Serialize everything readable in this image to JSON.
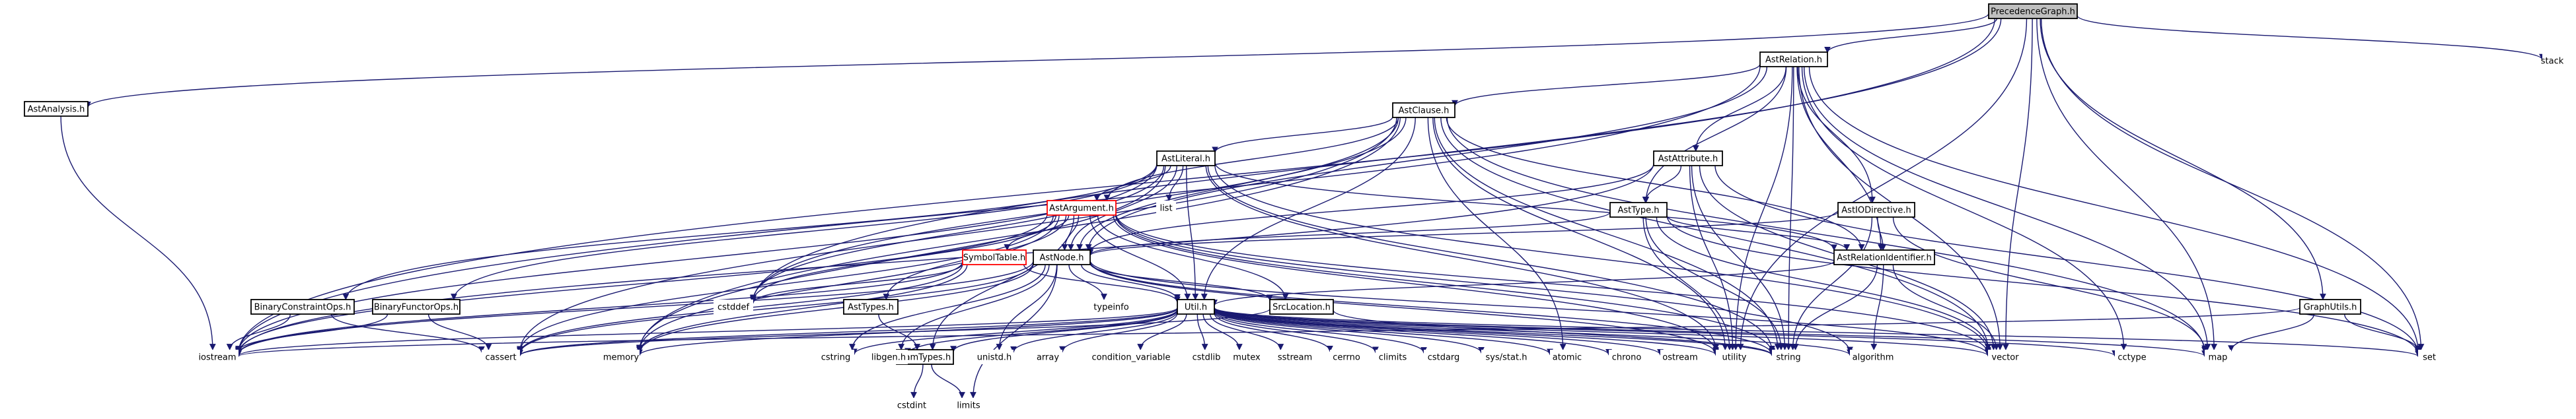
{
  "diagram": {
    "title": "PrecedenceGraph.h",
    "colors": {
      "edge": "#191970",
      "border": "#000000",
      "highlight_border": "#ff0000",
      "root_fill": "#bfbfbf",
      "node_fill": "#ffffff"
    },
    "nodes": [
      {
        "id": "precedencegraph",
        "label": "PrecedenceGraph.h",
        "style": "root"
      },
      {
        "id": "astanalysis",
        "label": "AstAnalysis.h",
        "style": "boxed"
      },
      {
        "id": "astrelation",
        "label": "AstRelation.h",
        "style": "boxed"
      },
      {
        "id": "stack",
        "label": "stack",
        "style": "plain"
      },
      {
        "id": "astclause",
        "label": "AstClause.h",
        "style": "boxed"
      },
      {
        "id": "astliteral",
        "label": "AstLiteral.h",
        "style": "boxed"
      },
      {
        "id": "astattribute",
        "label": "AstAttribute.h",
        "style": "boxed"
      },
      {
        "id": "list",
        "label": "list",
        "style": "plain"
      },
      {
        "id": "astargument",
        "label": "AstArgument.h",
        "style": "highlight"
      },
      {
        "id": "asttype",
        "label": "AstType.h",
        "style": "boxed"
      },
      {
        "id": "astiodirective",
        "label": "AstIODirective.h",
        "style": "boxed"
      },
      {
        "id": "symboltable",
        "label": "SymbolTable.h",
        "style": "highlight"
      },
      {
        "id": "astnode",
        "label": "AstNode.h",
        "style": "boxed"
      },
      {
        "id": "astrelationidentifier",
        "label": "AstRelationIdentifier.h",
        "style": "boxed"
      },
      {
        "id": "binaryconstraintops",
        "label": "BinaryConstraintOps.h",
        "style": "boxed"
      },
      {
        "id": "binaryfunctorops",
        "label": "BinaryFunctorOps.h",
        "style": "boxed"
      },
      {
        "id": "cstddef",
        "label": "cstddef",
        "style": "plain"
      },
      {
        "id": "asttypes",
        "label": "AstTypes.h",
        "style": "boxed"
      },
      {
        "id": "typeinfo",
        "label": "typeinfo",
        "style": "plain"
      },
      {
        "id": "util",
        "label": "Util.h",
        "style": "boxed"
      },
      {
        "id": "srclocation",
        "label": "SrcLocation.h",
        "style": "boxed"
      },
      {
        "id": "graphutils",
        "label": "GraphUtils.h",
        "style": "boxed"
      },
      {
        "id": "iostream",
        "label": "iostream",
        "style": "plain"
      },
      {
        "id": "cassert",
        "label": "cassert",
        "style": "plain"
      },
      {
        "id": "memory",
        "label": "memory",
        "style": "plain"
      },
      {
        "id": "ramtypes",
        "label": "RamTypes.h",
        "style": "boxed"
      },
      {
        "id": "cstring",
        "label": "cstring",
        "style": "plain"
      },
      {
        "id": "libgen",
        "label": "libgen.h",
        "style": "plain"
      },
      {
        "id": "unistd",
        "label": "unistd.h",
        "style": "plain"
      },
      {
        "id": "array",
        "label": "array",
        "style": "plain"
      },
      {
        "id": "condition_variable",
        "label": "condition_variable",
        "style": "plain"
      },
      {
        "id": "cstdlib",
        "label": "cstdlib",
        "style": "plain"
      },
      {
        "id": "mutex",
        "label": "mutex",
        "style": "plain"
      },
      {
        "id": "sstream",
        "label": "sstream",
        "style": "plain"
      },
      {
        "id": "cerrno",
        "label": "cerrno",
        "style": "plain"
      },
      {
        "id": "climits",
        "label": "climits",
        "style": "plain"
      },
      {
        "id": "cstdarg",
        "label": "cstdarg",
        "style": "plain"
      },
      {
        "id": "sysstat",
        "label": "sys/stat.h",
        "style": "plain"
      },
      {
        "id": "atomic",
        "label": "atomic",
        "style": "plain"
      },
      {
        "id": "chrono",
        "label": "chrono",
        "style": "plain"
      },
      {
        "id": "ostream",
        "label": "ostream",
        "style": "plain"
      },
      {
        "id": "utility",
        "label": "utility",
        "style": "plain"
      },
      {
        "id": "string",
        "label": "string",
        "style": "plain"
      },
      {
        "id": "algorithm",
        "label": "algorithm",
        "style": "plain"
      },
      {
        "id": "vector",
        "label": "vector",
        "style": "plain"
      },
      {
        "id": "cctype",
        "label": "cctype",
        "style": "plain"
      },
      {
        "id": "map",
        "label": "map",
        "style": "plain"
      },
      {
        "id": "set",
        "label": "set",
        "style": "plain"
      },
      {
        "id": "cstdint",
        "label": "cstdint",
        "style": "plain"
      },
      {
        "id": "limits",
        "label": "limits",
        "style": "plain"
      }
    ],
    "edges": [
      [
        "precedencegraph",
        "astanalysis"
      ],
      [
        "precedencegraph",
        "astrelation"
      ],
      [
        "precedencegraph",
        "stack"
      ],
      [
        "precedencegraph",
        "graphutils"
      ],
      [
        "precedencegraph",
        "iostream"
      ],
      [
        "precedencegraph",
        "cstddef"
      ],
      [
        "precedencegraph",
        "vector"
      ],
      [
        "precedencegraph",
        "set"
      ],
      [
        "precedencegraph",
        "utility"
      ],
      [
        "precedencegraph",
        "map"
      ],
      [
        "astanalysis",
        "iostream"
      ],
      [
        "astrelation",
        "astclause"
      ],
      [
        "astrelation",
        "astattribute"
      ],
      [
        "astrelation",
        "astiodirective"
      ],
      [
        "astrelation",
        "astrelationidentifier"
      ],
      [
        "astrelation",
        "asttype"
      ],
      [
        "astrelation",
        "astnode"
      ],
      [
        "astrelation",
        "iostream"
      ],
      [
        "astrelation",
        "set"
      ],
      [
        "astrelation",
        "string"
      ],
      [
        "astrelation",
        "utility"
      ],
      [
        "astrelation",
        "vector"
      ],
      [
        "astrelation",
        "cctype"
      ],
      [
        "astrelation",
        "map"
      ],
      [
        "astclause",
        "astliteral"
      ],
      [
        "astclause",
        "astnode"
      ],
      [
        "astclause",
        "astargument"
      ],
      [
        "astclause",
        "astrelationidentifier"
      ],
      [
        "astclause",
        "util"
      ],
      [
        "astclause",
        "memory"
      ],
      [
        "astclause",
        "cassert"
      ],
      [
        "astclause",
        "string"
      ],
      [
        "astclause",
        "vector"
      ],
      [
        "astclause",
        "map"
      ],
      [
        "astclause",
        "cstddef"
      ],
      [
        "astclause",
        "atomic"
      ],
      [
        "astclause",
        "utility"
      ],
      [
        "astliteral",
        "astargument"
      ],
      [
        "astliteral",
        "astnode"
      ],
      [
        "astliteral",
        "astrelationidentifier"
      ],
      [
        "astliteral",
        "binaryconstraintops"
      ],
      [
        "astliteral",
        "binaryfunctorops"
      ],
      [
        "astliteral",
        "util"
      ],
      [
        "astliteral",
        "list"
      ],
      [
        "astliteral",
        "iostream"
      ],
      [
        "astliteral",
        "memory"
      ],
      [
        "astliteral",
        "string"
      ],
      [
        "astliteral",
        "vector"
      ],
      [
        "astliteral",
        "cstddef"
      ],
      [
        "astliteral",
        "utility"
      ],
      [
        "astattribute",
        "astnode"
      ],
      [
        "astattribute",
        "asttype"
      ],
      [
        "astattribute",
        "iostream"
      ],
      [
        "astattribute",
        "string"
      ],
      [
        "astattribute",
        "vector"
      ],
      [
        "astattribute",
        "set"
      ],
      [
        "astattribute",
        "utility"
      ],
      [
        "astargument",
        "astnode"
      ],
      [
        "astargument",
        "asttypes"
      ],
      [
        "astargument",
        "symboltable"
      ],
      [
        "astargument",
        "util"
      ],
      [
        "astargument",
        "iostream"
      ],
      [
        "astargument",
        "memory"
      ],
      [
        "astargument",
        "cassert"
      ],
      [
        "astargument",
        "cstddef"
      ],
      [
        "astargument",
        "string"
      ],
      [
        "astargument",
        "vector"
      ],
      [
        "astargument",
        "utility"
      ],
      [
        "astargument",
        "srclocation"
      ],
      [
        "astargument",
        "ramtypes"
      ],
      [
        "astargument",
        "algorithm"
      ],
      [
        "asttype",
        "astnode"
      ],
      [
        "asttype",
        "astrelationidentifier"
      ],
      [
        "asttype",
        "string"
      ],
      [
        "asttype",
        "vector"
      ],
      [
        "asttype",
        "utility"
      ],
      [
        "asttype",
        "set"
      ],
      [
        "astiodirective",
        "astnode"
      ],
      [
        "astiodirective",
        "astrelationidentifier"
      ],
      [
        "astiodirective",
        "string"
      ],
      [
        "astiodirective",
        "map"
      ],
      [
        "symboltable",
        "util"
      ],
      [
        "symboltable",
        "iostream"
      ],
      [
        "symboltable",
        "memory"
      ],
      [
        "symboltable",
        "cassert"
      ],
      [
        "symboltable",
        "cstddef"
      ],
      [
        "astnode",
        "srclocation"
      ],
      [
        "astnode",
        "util"
      ],
      [
        "astnode",
        "typeinfo"
      ],
      [
        "astnode",
        "memory"
      ],
      [
        "astnode",
        "string"
      ],
      [
        "astnode",
        "vector"
      ],
      [
        "astnode",
        "iostream"
      ],
      [
        "astnode",
        "cassert"
      ],
      [
        "astnode",
        "utility"
      ],
      [
        "astnode",
        "libgen"
      ],
      [
        "astnode",
        "unistd"
      ],
      [
        "astnode",
        "cstring"
      ],
      [
        "astnode",
        "limits"
      ],
      [
        "astrelationidentifier",
        "util"
      ],
      [
        "astrelationidentifier",
        "string"
      ],
      [
        "astrelationidentifier",
        "vector"
      ],
      [
        "astrelationidentifier",
        "algorithm"
      ],
      [
        "binaryconstraintops",
        "iostream"
      ],
      [
        "binaryconstraintops",
        "cassert"
      ],
      [
        "binaryfunctorops",
        "iostream"
      ],
      [
        "binaryfunctorops",
        "cassert"
      ],
      [
        "asttypes",
        "ramtypes"
      ],
      [
        "util",
        "ramtypes"
      ],
      [
        "util",
        "iostream"
      ],
      [
        "util",
        "cassert"
      ],
      [
        "util",
        "memory"
      ],
      [
        "util",
        "cstring"
      ],
      [
        "util",
        "libgen"
      ],
      [
        "util",
        "unistd"
      ],
      [
        "util",
        "array"
      ],
      [
        "util",
        "condition_variable"
      ],
      [
        "util",
        "cstdlib"
      ],
      [
        "util",
        "mutex"
      ],
      [
        "util",
        "sstream"
      ],
      [
        "util",
        "cerrno"
      ],
      [
        "util",
        "climits"
      ],
      [
        "util",
        "cstdarg"
      ],
      [
        "util",
        "sysstat"
      ],
      [
        "util",
        "atomic"
      ],
      [
        "util",
        "chrono"
      ],
      [
        "util",
        "ostream"
      ],
      [
        "util",
        "utility"
      ],
      [
        "util",
        "string"
      ],
      [
        "util",
        "algorithm"
      ],
      [
        "util",
        "vector"
      ],
      [
        "util",
        "cctype"
      ],
      [
        "util",
        "map"
      ],
      [
        "util",
        "set"
      ],
      [
        "srclocation",
        "string"
      ],
      [
        "srclocation",
        "cassert"
      ],
      [
        "graphutils",
        "map"
      ],
      [
        "graphutils",
        "set"
      ],
      [
        "graphutils",
        "iostream"
      ],
      [
        "ramtypes",
        "cstdint"
      ],
      [
        "ramtypes",
        "limits"
      ]
    ]
  }
}
